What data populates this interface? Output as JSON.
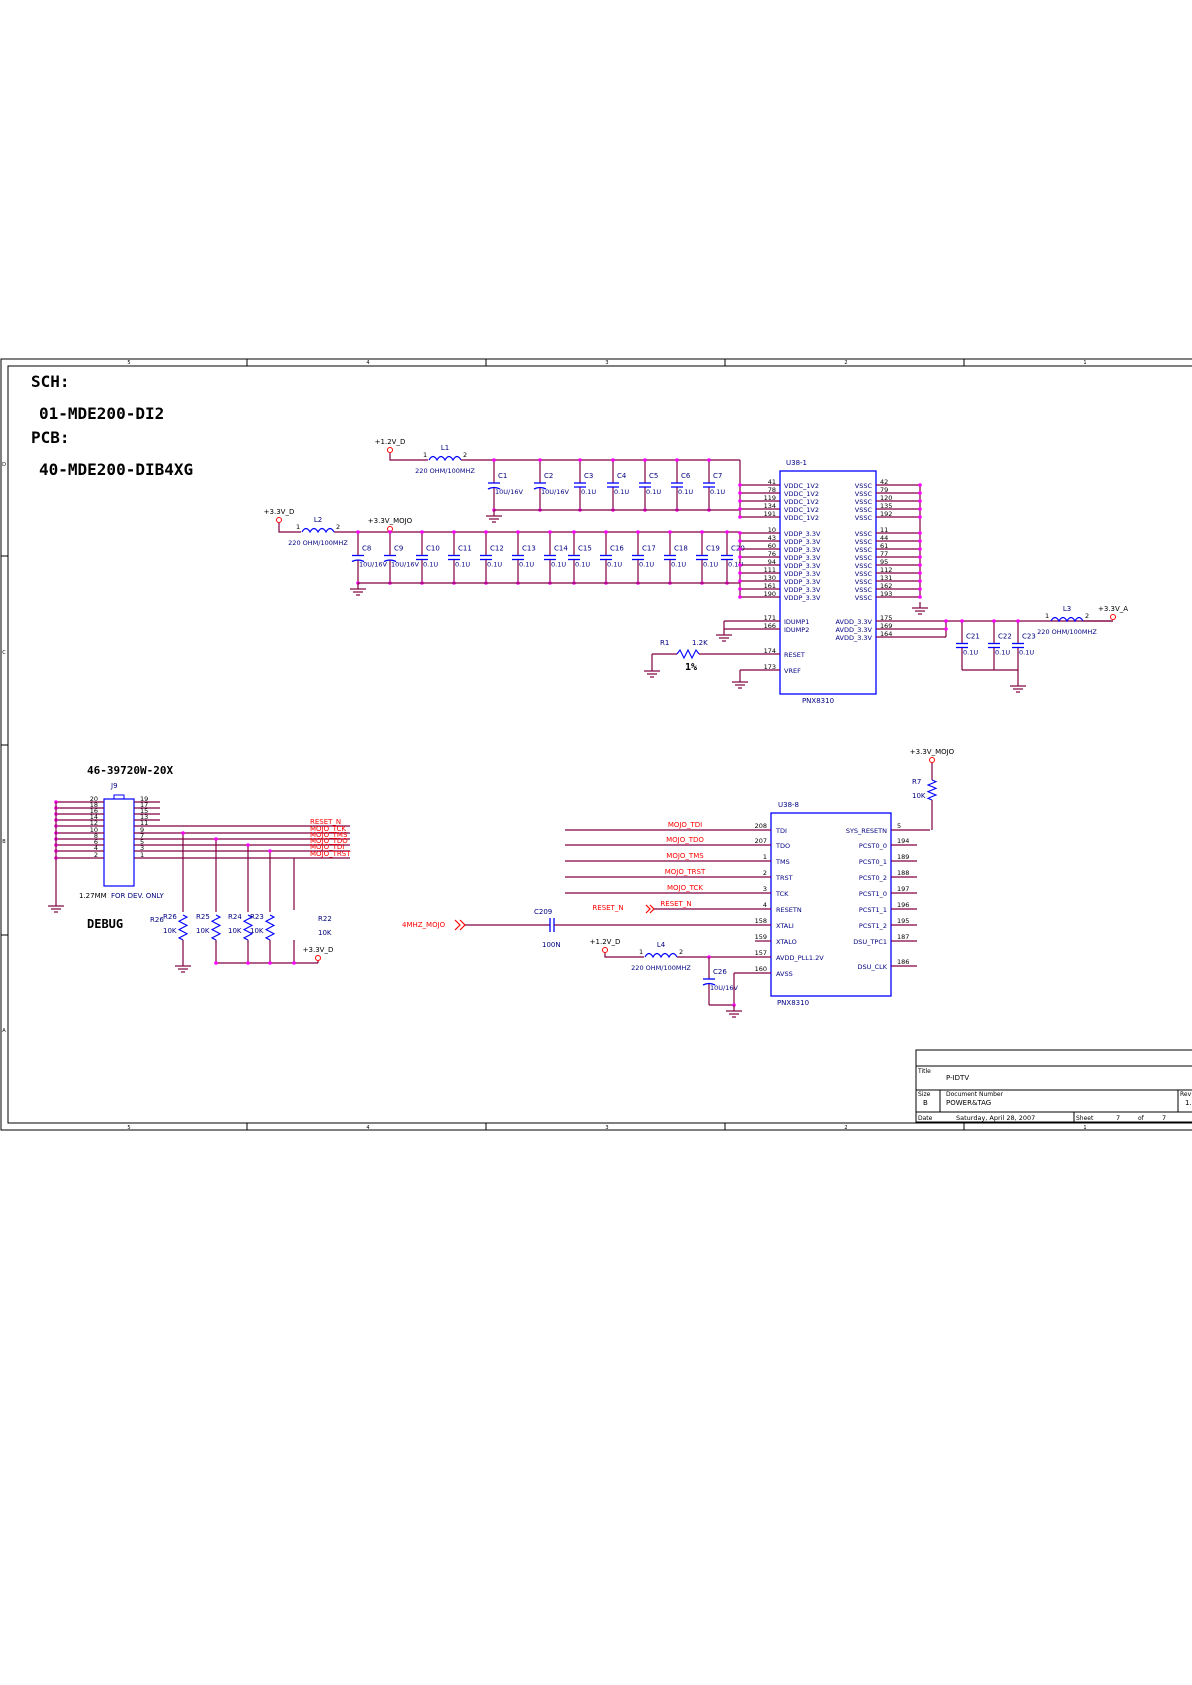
{
  "header": {
    "sch_label": "SCH:",
    "sch_value": "01-MDE200-DI2",
    "pcb_label": "PCB:",
    "pcb_value": "40-MDE200-DIB4XG"
  },
  "frame": {
    "columns": [
      "5",
      "4",
      "3",
      "2",
      "1"
    ],
    "rows": [
      "D",
      "C",
      "B",
      "A"
    ]
  },
  "nets": {
    "v12d": "+1.2V_D",
    "v33d": "+3.3V_D",
    "v33mojo": "+3.3V_MOJO",
    "v33a": "+3.3V_A",
    "mhz": "4MHZ_MOJO",
    "reset": "RESET_N"
  },
  "inductors": {
    "L1": {
      "ref": "L1",
      "value": "220 OHM/100MHZ"
    },
    "L2": {
      "ref": "L2",
      "value": "220 OHM/100MHZ"
    },
    "L3": {
      "ref": "L3",
      "value": "220 OHM/100MHZ"
    },
    "L4": {
      "ref": "L4",
      "value": "220 OHM/100MHZ"
    }
  },
  "caps_row1": [
    {
      "ref": "C1",
      "value": "10U/16V"
    },
    {
      "ref": "C2",
      "value": "10U/16V"
    },
    {
      "ref": "C3",
      "value": "0.1U"
    },
    {
      "ref": "C4",
      "value": "0.1U"
    },
    {
      "ref": "C5",
      "value": "0.1U"
    },
    {
      "ref": "C6",
      "value": "0.1U"
    },
    {
      "ref": "C7",
      "value": "0.1U"
    }
  ],
  "caps_row2": [
    {
      "ref": "C8",
      "value": "10U/16V"
    },
    {
      "ref": "C9",
      "value": "10U/16V"
    },
    {
      "ref": "C10",
      "value": "0.1U"
    },
    {
      "ref": "C11",
      "value": "0.1U"
    },
    {
      "ref": "C12",
      "value": "0.1U"
    },
    {
      "ref": "C13",
      "value": "0.1U"
    },
    {
      "ref": "C14",
      "value": "0.1U"
    },
    {
      "ref": "C15",
      "value": "0.1U"
    },
    {
      "ref": "C16",
      "value": "0.1U"
    },
    {
      "ref": "C17",
      "value": "0.1U"
    },
    {
      "ref": "C18",
      "value": "0.1U"
    },
    {
      "ref": "C19",
      "value": "0.1U"
    },
    {
      "ref": "C20",
      "value": "0.1U"
    }
  ],
  "caps_avdd": [
    {
      "ref": "C21",
      "value": "0.1U"
    },
    {
      "ref": "C22",
      "value": "0.1U"
    },
    {
      "ref": "C23",
      "value": "0.1U"
    }
  ],
  "r1": {
    "ref": "R1",
    "value": "1.2K",
    "tol": "1%"
  },
  "u38_1": {
    "ref": "U38-1",
    "part": "PNX8310",
    "left_pins": [
      {
        "num": "41",
        "name": "VDDC_1V2"
      },
      {
        "num": "78",
        "name": "VDDC_1V2"
      },
      {
        "num": "119",
        "name": "VDDC_1V2"
      },
      {
        "num": "134",
        "name": "VDDC_1V2"
      },
      {
        "num": "191",
        "name": "VDDC_1V2"
      },
      {
        "num": "10",
        "name": "VDDP_3.3V"
      },
      {
        "num": "43",
        "name": "VDDP_3.3V"
      },
      {
        "num": "60",
        "name": "VDDP_3.3V"
      },
      {
        "num": "76",
        "name": "VDDP_3.3V"
      },
      {
        "num": "94",
        "name": "VDDP_3.3V"
      },
      {
        "num": "111",
        "name": "VDDP_3.3V"
      },
      {
        "num": "130",
        "name": "VDDP_3.3V"
      },
      {
        "num": "161",
        "name": "VDDP_3.3V"
      },
      {
        "num": "190",
        "name": "VDDP_3.3V"
      },
      {
        "num": "171",
        "name": "IDUMP1"
      },
      {
        "num": "166",
        "name": "IDUMP2"
      },
      {
        "num": "174",
        "name": "RESET"
      },
      {
        "num": "173",
        "name": "VREF"
      }
    ],
    "right_pins": [
      {
        "num": "42",
        "name": "VSSC"
      },
      {
        "num": "79",
        "name": "VSSC"
      },
      {
        "num": "120",
        "name": "VSSC"
      },
      {
        "num": "135",
        "name": "VSSC"
      },
      {
        "num": "192",
        "name": "VSSC"
      },
      {
        "num": "11",
        "name": "VSSC"
      },
      {
        "num": "44",
        "name": "VSSC"
      },
      {
        "num": "61",
        "name": "VSSC"
      },
      {
        "num": "77",
        "name": "VSSC"
      },
      {
        "num": "95",
        "name": "VSSC"
      },
      {
        "num": "112",
        "name": "VSSC"
      },
      {
        "num": "131",
        "name": "VSSC"
      },
      {
        "num": "162",
        "name": "VSSC"
      },
      {
        "num": "193",
        "name": "VSSC"
      },
      {
        "num": "175",
        "name": "AVDD_3.3V"
      },
      {
        "num": "169",
        "name": "AVDD_3.3V"
      },
      {
        "num": "164",
        "name": "AVDD_3.3V"
      }
    ]
  },
  "j9": {
    "ref": "J9",
    "part": "46-39720W-20X",
    "pitch": "1.27MM",
    "note": "FOR DEV. ONLY",
    "title": "DEBUG",
    "left_pins": [
      "20",
      "18",
      "16",
      "14",
      "12",
      "10",
      "8",
      "6",
      "4",
      "2"
    ],
    "right_pins": [
      "19",
      "17",
      "15",
      "13",
      "11",
      "9",
      "7",
      "5",
      "3",
      "1"
    ],
    "net_labels": [
      "RESET_N",
      "MOJO_TCK",
      "MOJO_TMS",
      "MOJO_TDO",
      "MOJO_TDI",
      "MOJO_TRST"
    ]
  },
  "pullups": [
    {
      "ref": "R26",
      "value": "10K"
    },
    {
      "ref": "R25",
      "value": "10K"
    },
    {
      "ref": "R24",
      "value": "10K"
    },
    {
      "ref": "R23",
      "value": "10K"
    },
    {
      "ref": "R22",
      "value": "10K"
    }
  ],
  "r7": {
    "ref": "R7",
    "value": "10K"
  },
  "c209": {
    "ref": "C209",
    "value": "100N"
  },
  "c26": {
    "ref": "C26",
    "value": "10U/16V"
  },
  "u38_8": {
    "ref": "U38-8",
    "part": "PNX8310",
    "left_pins": [
      {
        "num": "208",
        "name": "TDI",
        "net": "MOJO_TDI"
      },
      {
        "num": "207",
        "name": "TDO",
        "net": "MOJO_TDO"
      },
      {
        "num": "1",
        "name": "TMS",
        "net": "MOJO_TMS"
      },
      {
        "num": "2",
        "name": "TRST",
        "net": "MOJO_TRST"
      },
      {
        "num": "3",
        "name": "TCK",
        "net": "MOJO_TCK"
      },
      {
        "num": "4",
        "name": "RESETN",
        "net": "RESET_N"
      },
      {
        "num": "158",
        "name": "XTALI",
        "net": ""
      },
      {
        "num": "159",
        "name": "XTALO",
        "net": ""
      },
      {
        "num": "157",
        "name": "AVDD_PLL1.2V",
        "net": ""
      },
      {
        "num": "160",
        "name": "AVSS",
        "net": ""
      }
    ],
    "right_pins": [
      {
        "num": "5",
        "name": "SYS_RESETN"
      },
      {
        "num": "194",
        "name": "PCST0_0"
      },
      {
        "num": "189",
        "name": "PCST0_1"
      },
      {
        "num": "188",
        "name": "PCST0_2"
      },
      {
        "num": "197",
        "name": "PCST1_0"
      },
      {
        "num": "196",
        "name": "PCST1_1"
      },
      {
        "num": "195",
        "name": "PCST1_2"
      },
      {
        "num": "187",
        "name": "DSU_TPC1"
      },
      {
        "num": "186",
        "name": "DSU_CLK"
      }
    ]
  },
  "title_block": {
    "title_label": "Title",
    "title": "P-IDTV",
    "size_label": "Size",
    "size": "B",
    "docnum_label": "Document Number",
    "docnum": "POWER&TAG",
    "rev_label": "Rev",
    "rev": "1.",
    "date_label": "Date",
    "date": "Saturday, April 28, 2007",
    "sheet_label": "Sheet",
    "sheet": "7",
    "of_label": "of",
    "sheets": "7"
  }
}
